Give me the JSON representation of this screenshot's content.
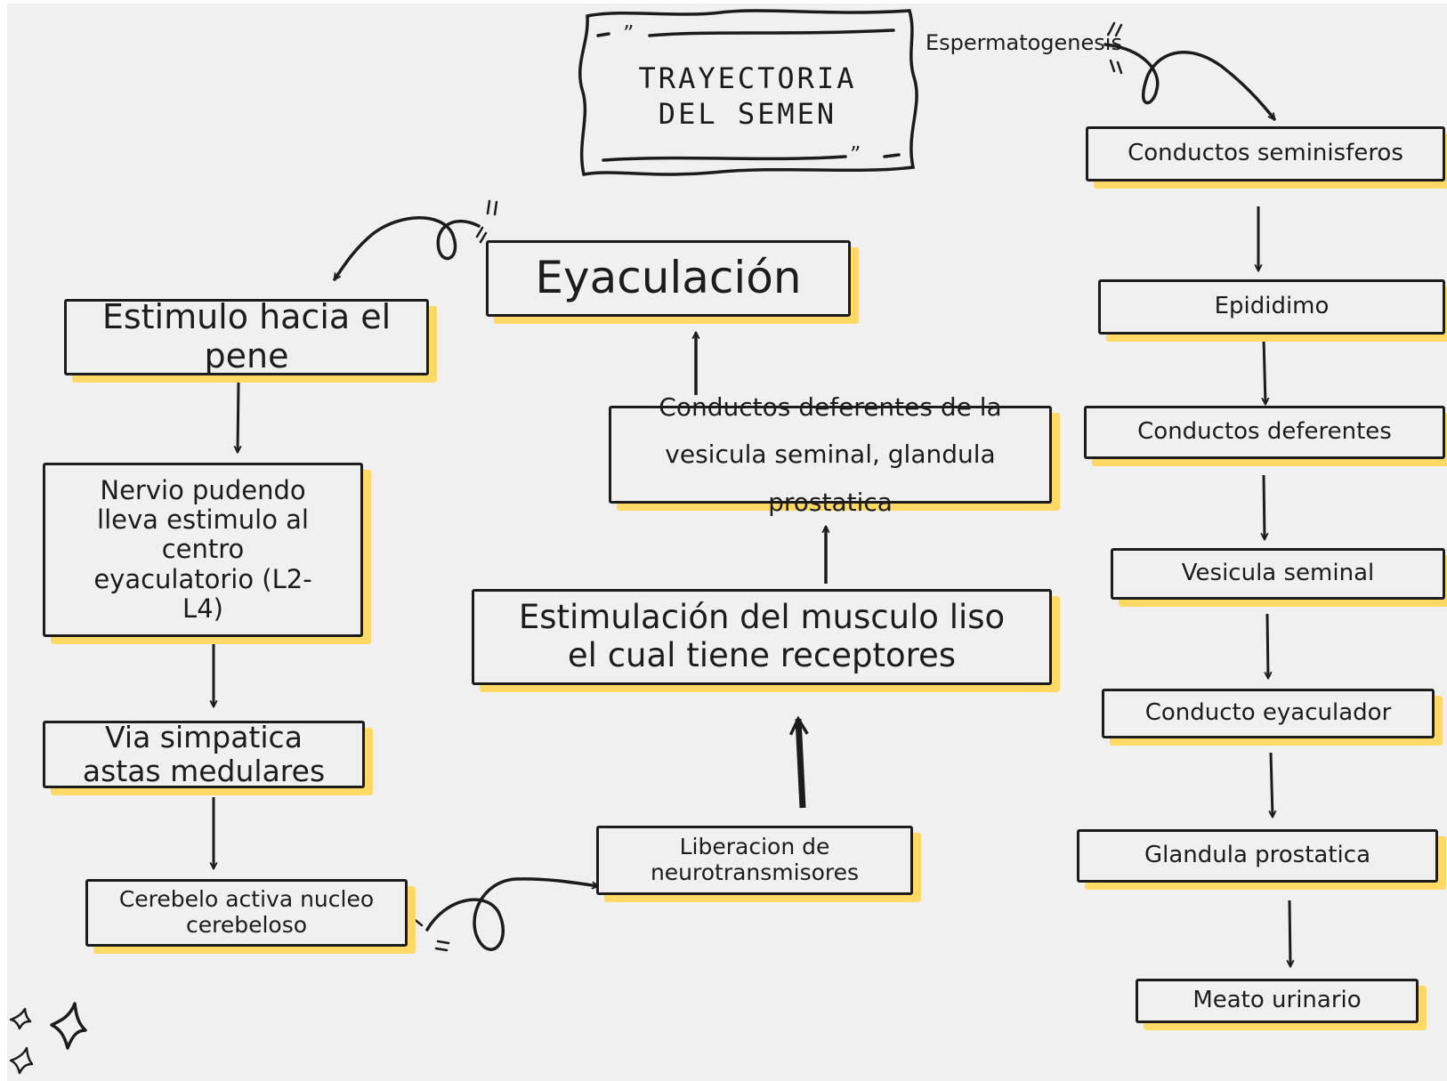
{
  "title": {
    "line1": "TRAYECTORIA",
    "line2": "DEL SEMEN"
  },
  "spermatogenesis_label": "Espermatogenesis",
  "right_column": [
    "Conductos seminisferos",
    "Epididimo",
    "Conductos deferentes",
    "Vesicula seminal",
    "Conducto eyaculador",
    "Glandula prostatica",
    "Meato urinario"
  ],
  "left_column": {
    "stimulus": "Estimulo hacia el pene",
    "pudendal": "Nervio pudendo lleva estimulo al centro eyaculatorio (L2-L4)",
    "sympathetic": "Via simpatica astas medulares",
    "cerebellum": "Cerebelo activa nucleo cerebeloso"
  },
  "middle_column": {
    "ejaculation": "Eyaculación",
    "ducts": "Conductos deferentes de la vesicula seminal, glandula prostatica",
    "smooth_muscle": "Estimulación del musculo liso el cual tiene receptores",
    "neurotransmitters": "Liberacion de neurotransmisores"
  },
  "colors": {
    "box_shadow": "#ffd966",
    "ink": "#1c1c1c",
    "background": "#f0f0f0"
  }
}
